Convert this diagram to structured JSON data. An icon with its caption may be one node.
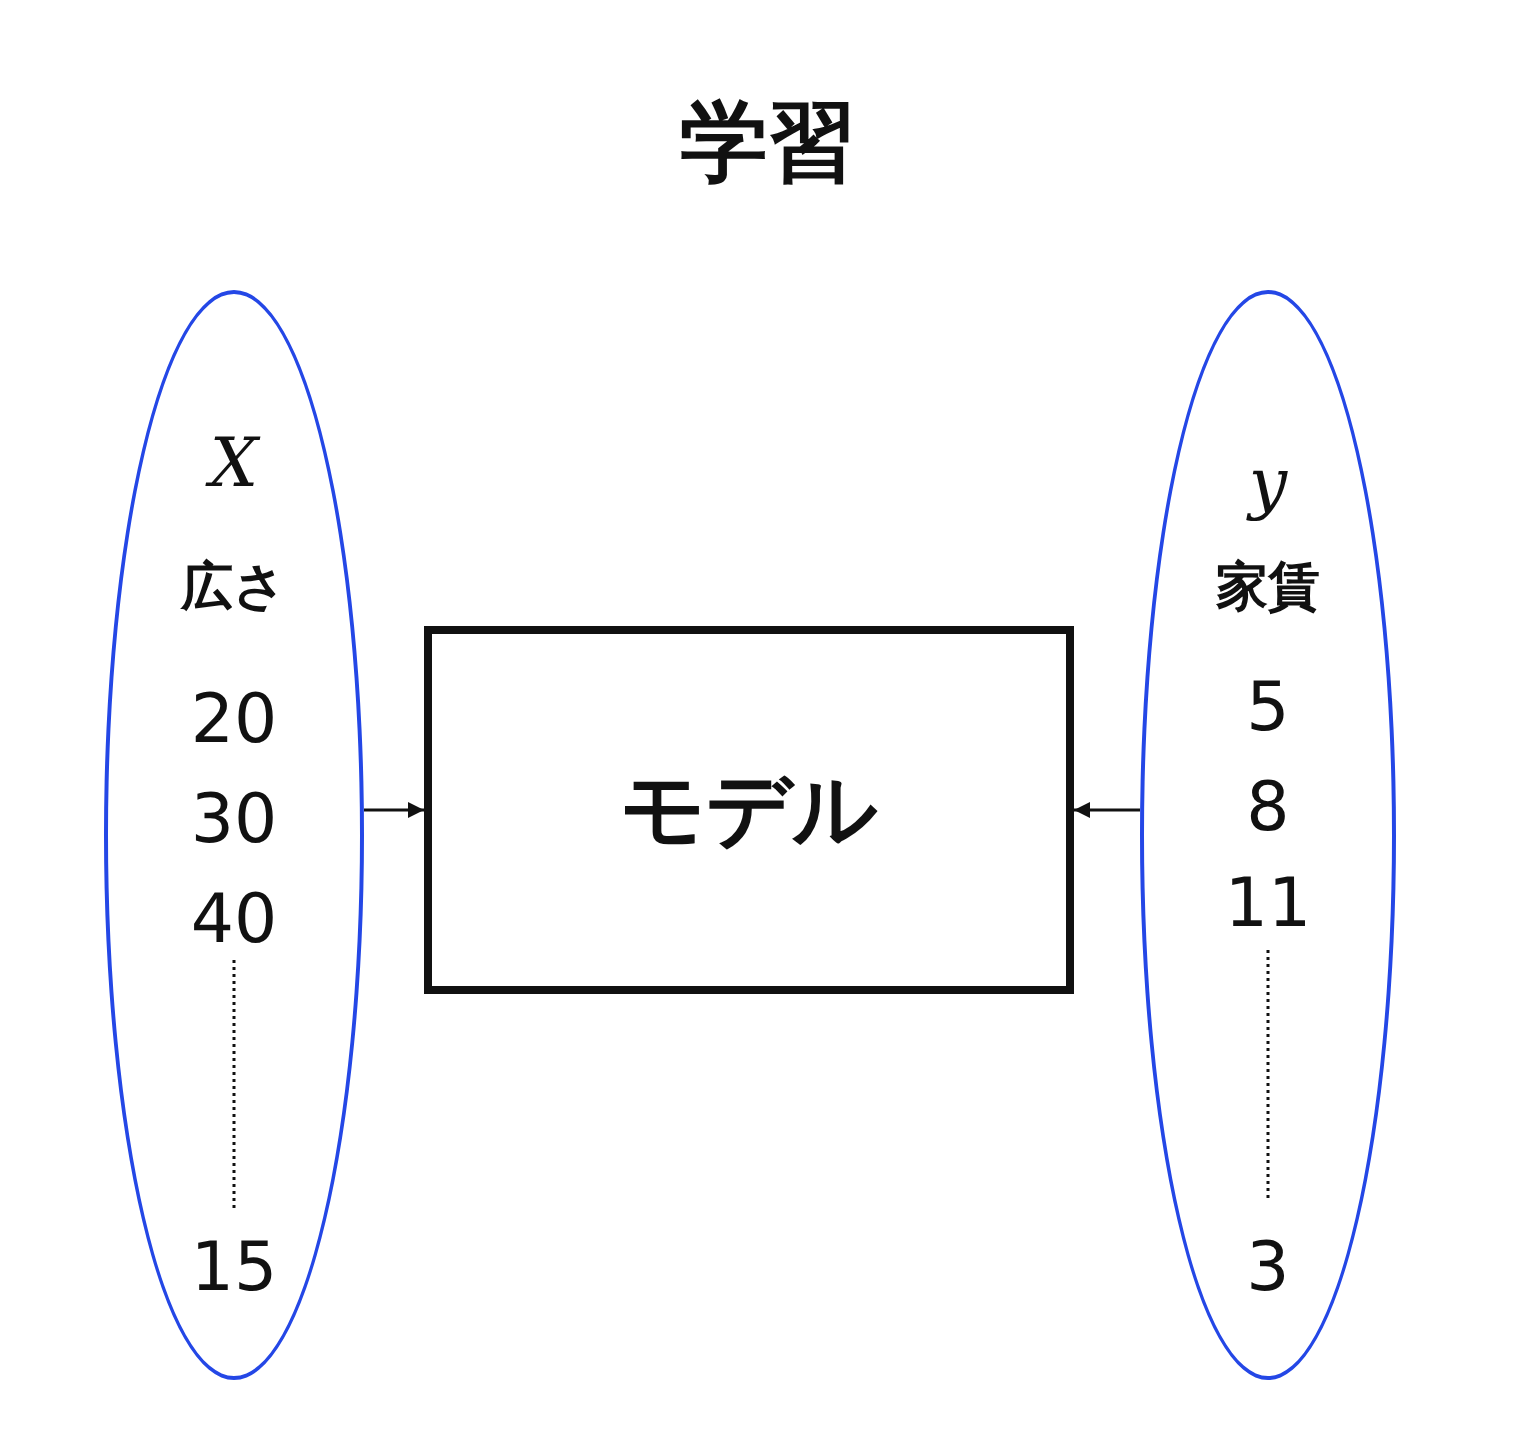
{
  "diagram": {
    "title": "学習",
    "nodes": [
      {
        "text": [
          "X",
          "広さ",
          "20",
          "30",
          "40",
          "15"
        ]
      },
      {
        "text": [
          "モデル"
        ]
      },
      {
        "text": [
          "y",
          "家賃",
          "5",
          "8",
          "11",
          "3"
        ]
      }
    ],
    "edges": [
      {
        "from": 0,
        "to": 1,
        "arrow": "to"
      },
      {
        "from": 2,
        "to": 1,
        "arrow": "to"
      }
    ]
  }
}
